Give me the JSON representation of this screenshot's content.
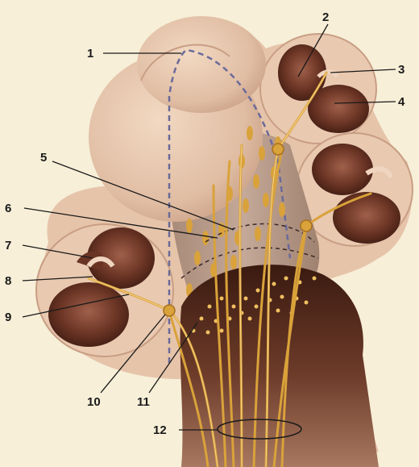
{
  "labels": [
    "1",
    "2",
    "3",
    "4",
    "5",
    "6",
    "7",
    "8",
    "9",
    "10",
    "11",
    "12"
  ],
  "colors": {
    "background": "#f7efd8",
    "bone": "#e8c8b0",
    "bone_shadow": "#c9a189",
    "cavity_dark": "#4a2418",
    "cavity_mid": "#7a4230",
    "modiolus": "#b89a88",
    "nerve": "#d9a23a",
    "nerve_light": "#f0c060",
    "dashed_line": "#6a6a9a",
    "leader": "#1a1a1a"
  }
}
